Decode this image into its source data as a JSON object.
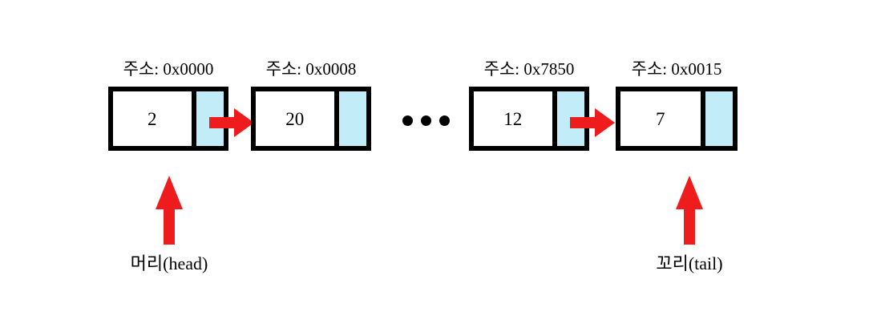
{
  "diagram": {
    "title": "Linked list node chain diagram",
    "colors": {
      "node_border": "#000000",
      "pointer_cell": "#c2ecf8",
      "arrow": "#ee1c1c",
      "background": "#ffffff",
      "text": "#000000"
    },
    "address_prefix": "주소:",
    "nodes": [
      {
        "address_label": "주소: 0x0000",
        "address": "0x0000",
        "value": "2"
      },
      {
        "address_label": "주소: 0x0008",
        "address": "0x0008",
        "value": "20"
      },
      {
        "address_label": "주소: 0x7850",
        "address": "0x7850",
        "value": "12"
      },
      {
        "address_label": "주소: 0x0015",
        "address": "0x0015",
        "value": "7"
      }
    ],
    "ellipsis": "• • •",
    "pointers": [
      {
        "label": "머리(head)",
        "target_node_index": 0
      },
      {
        "label": "꼬리(tail)",
        "target_node_index": 3
      }
    ]
  }
}
